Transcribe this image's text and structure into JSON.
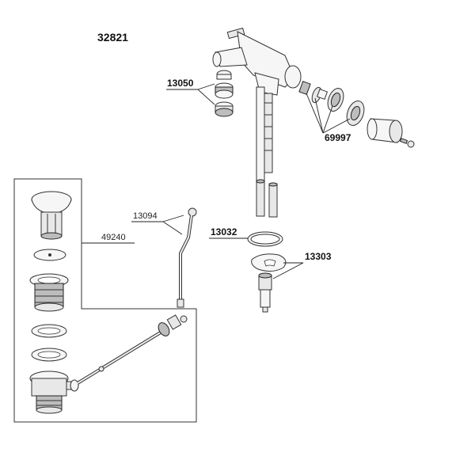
{
  "diagram": {
    "title": "32821",
    "labels": {
      "p13050": "13050",
      "p69997": "69997",
      "p13094": "13094",
      "p49240": "49240",
      "p13032": "13032",
      "p13303": "13303"
    }
  }
}
